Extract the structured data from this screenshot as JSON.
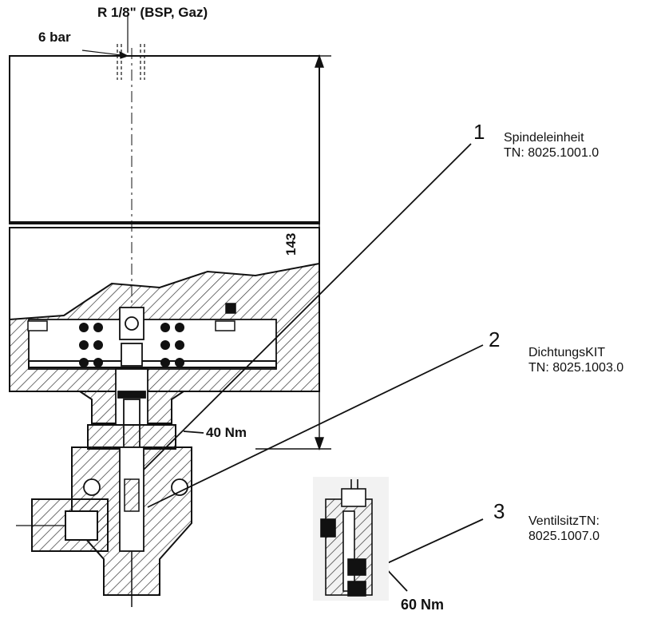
{
  "annotations": {
    "thread": "R 1/8\" (BSP, Gaz)",
    "pressure": "6 bar",
    "height_dim": "143",
    "torque_body": "40 Nm",
    "torque_seat": "60 Nm"
  },
  "callouts": [
    {
      "number": "1",
      "text_line1": "Spindeleinheit",
      "text_line2": "TN: 8025.1001.0"
    },
    {
      "number": "2",
      "text_line1": "DichtungsKIT",
      "text_line2": "TN: 8025.1003.0"
    },
    {
      "number": "3",
      "text_line1": "VentilsitzTN:",
      "text_line2": "8025.1007.0"
    }
  ],
  "colors": {
    "ink": "#111111",
    "hatch": "#333333",
    "background": "#ffffff"
  }
}
